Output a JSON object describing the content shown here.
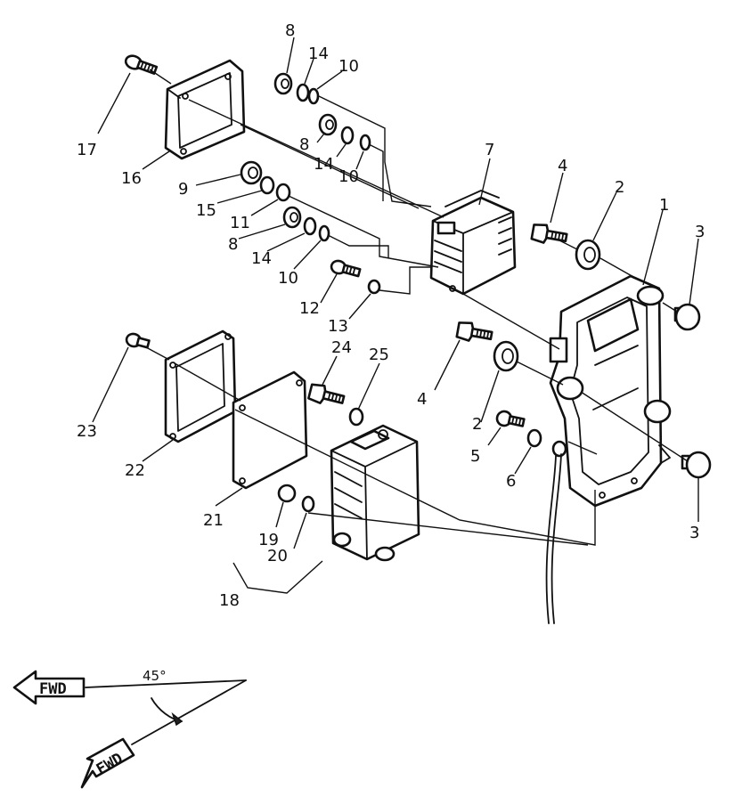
{
  "part_numbers": [
    "1",
    "2",
    "2",
    "3",
    "3",
    "4",
    "4",
    "5",
    "6",
    "7",
    "8",
    "8",
    "8",
    "9",
    "10",
    "10",
    "10",
    "11",
    "12",
    "13",
    "14",
    "14",
    "14",
    "15",
    "16",
    "17",
    "18",
    "19",
    "20",
    "21",
    "22",
    "23",
    "24",
    "25"
  ],
  "fwd_arrow": {
    "label": "FWD",
    "angle_label": "45°"
  },
  "fwd_arrow_angled": {
    "label": "FWD"
  }
}
